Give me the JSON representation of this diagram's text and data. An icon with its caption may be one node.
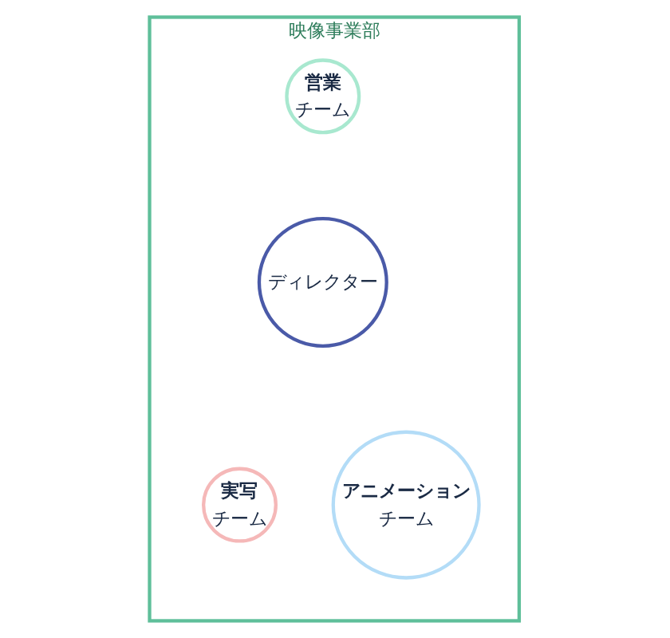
{
  "diagram": {
    "nodes": [
      {
        "text": [
          "映像事業部"
        ]
      },
      {
        "text": [
          "営業",
          "チーム"
        ],
        "in": 0
      },
      {
        "text": [
          "ディレクター"
        ],
        "in": 0
      },
      {
        "text": [
          "実写",
          "チーム"
        ],
        "in": 0
      },
      {
        "text": [
          "アニメーション",
          "チーム"
        ],
        "in": 0
      }
    ],
    "edges": []
  }
}
